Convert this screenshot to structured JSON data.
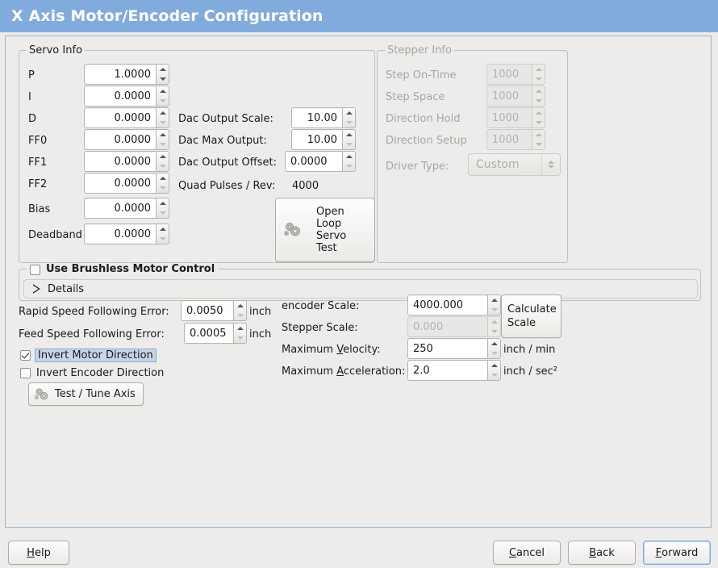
{
  "window": {
    "title": "X Axis Motor/Encoder Configuration"
  },
  "colors": {
    "titlebar": "#82abdd",
    "window_bg": "#edecea",
    "focus_ring": "#7aa6dd",
    "highlight": "#c6d6ea"
  },
  "servo_info": {
    "legend": "Servo Info",
    "fields": [
      {
        "label": "P",
        "value": "1.0000"
      },
      {
        "label": "I",
        "value": "0.0000"
      },
      {
        "label": "D",
        "value": "0.0000"
      },
      {
        "label": "FF0",
        "value": "0.0000"
      },
      {
        "label": "FF1",
        "value": "0.0000"
      },
      {
        "label": "FF2",
        "value": "0.0000"
      },
      {
        "label": "Bias",
        "value": "0.0000"
      },
      {
        "label": "Deadband",
        "value": "0.0000"
      }
    ],
    "dac": [
      {
        "label": "Dac Output Scale:",
        "value": "10.00"
      },
      {
        "label": "Dac Max Output:",
        "value": "10.00"
      },
      {
        "label": "Dac Output Offset:",
        "value": "0.0000"
      }
    ],
    "quad_pulses_label": "Quad Pulses / Rev:",
    "quad_pulses_value": "4000",
    "open_loop_button": {
      "line1": "Open",
      "line2": "Loop",
      "line3": "Servo",
      "line4": "Test",
      "icon": "gears-icon"
    }
  },
  "stepper_info": {
    "legend": "Stepper Info",
    "enabled": false,
    "fields": [
      {
        "label": "Step On-Time",
        "value": "1000"
      },
      {
        "label": "Step Space",
        "value": "1000"
      },
      {
        "label": "Direction Hold",
        "value": "1000"
      },
      {
        "label": "Direction Setup",
        "value": "1000"
      }
    ],
    "driver_type": {
      "label": "Driver Type:",
      "value": "Custom"
    }
  },
  "brushless": {
    "checkbox_label": "Use Brushless Motor Control",
    "checked": false,
    "details_label": "Details",
    "details_expanded": false
  },
  "tuning": {
    "rapid_following_error": {
      "label": "Rapid Speed Following Error:",
      "value": "0.0050",
      "unit": "inch"
    },
    "feed_following_error": {
      "label": "Feed Speed Following Error:",
      "value": "0.0005",
      "unit": "inch"
    },
    "invert_motor": {
      "label": "Invert Motor Direction",
      "checked": true,
      "focused": true
    },
    "invert_encoder": {
      "label": "Invert Encoder Direction",
      "checked": false,
      "focused": false
    },
    "test_tune_button": {
      "label": "Test / Tune Axis",
      "icon": "gears-icon"
    }
  },
  "scales": {
    "encoder_scale": {
      "label": "encoder Scale:",
      "value": "4000.000",
      "enabled": true
    },
    "stepper_scale": {
      "label": "Stepper Scale:",
      "value": "0.000",
      "enabled": false
    },
    "max_velocity": {
      "label_pre": "Maximum ",
      "label_mnemonic": "V",
      "label_post": "elocity:",
      "value": "250",
      "unit": "inch / min"
    },
    "max_acceleration": {
      "label_pre": "Maximum ",
      "label_mnemonic": "A",
      "label_post": "cceleration:",
      "value": "2.0",
      "unit": "inch / sec²"
    },
    "calculate_button": {
      "line1": "Calculate",
      "line2": "Scale"
    }
  },
  "footer": {
    "help": {
      "mnemonic": "H",
      "rest": "elp"
    },
    "cancel": {
      "mnemonic": "C",
      "rest": "ancel"
    },
    "back": {
      "mnemonic": "B",
      "rest": "ack"
    },
    "forward": {
      "mnemonic": "F",
      "rest": "orward"
    }
  }
}
